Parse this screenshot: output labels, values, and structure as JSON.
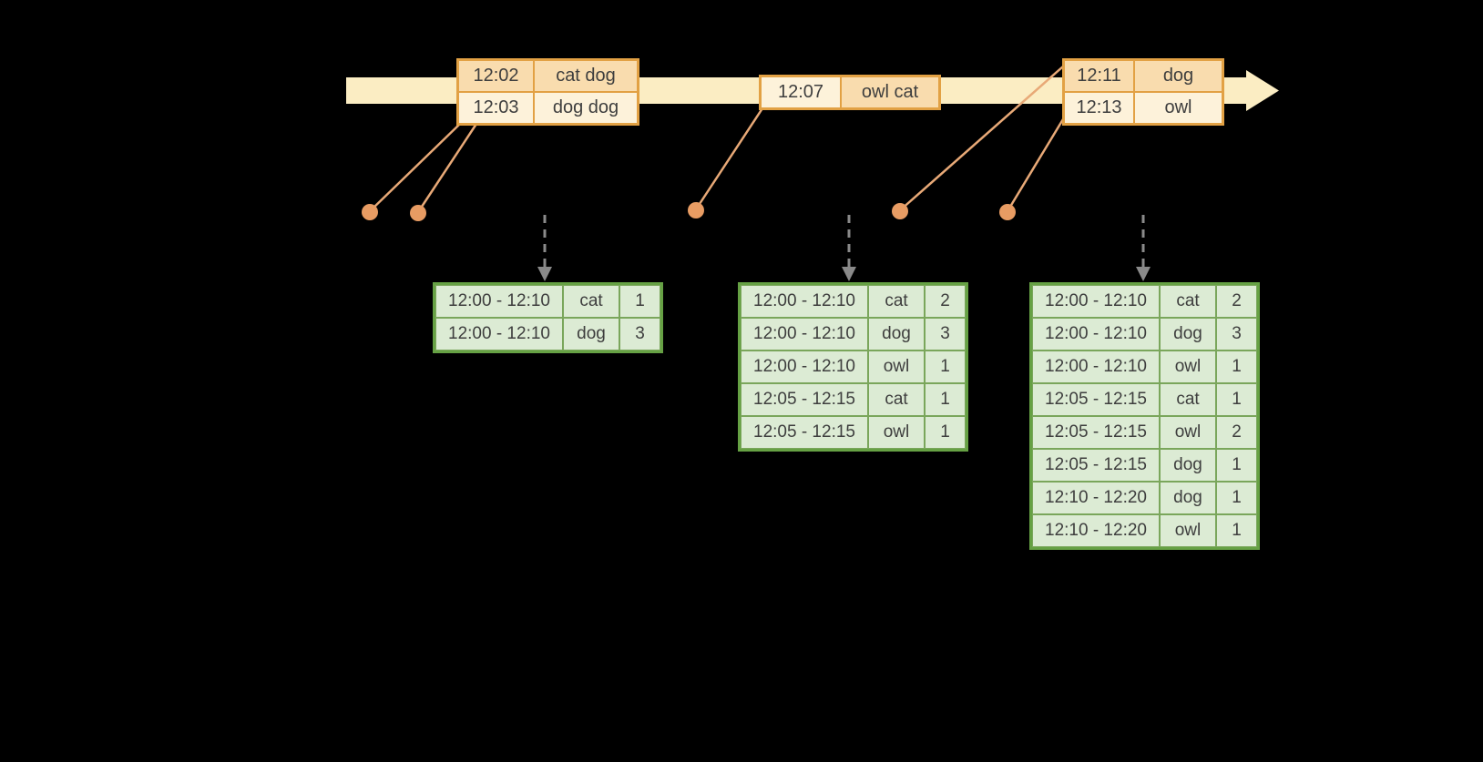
{
  "diagram": {
    "description": "streaming windowed word-count timeline with per-trigger result tables",
    "colors": {
      "background": "#000000",
      "timeline_fill": "#FBEDC3",
      "event_table_border": "#E2A144",
      "event_row_dark": "#F9DCAE",
      "event_row_light": "#FDF2DA",
      "leader_line": "#E8A977",
      "leader_dot": "#E89C63",
      "trigger_arrow": "#8A8A8A",
      "result_table_border": "#66A144",
      "result_cell_fill": "#DCEBD4",
      "text": "#3E3E3E"
    }
  },
  "event_tables": [
    {
      "rows": [
        {
          "time": "12:02",
          "words": "cat dog"
        },
        {
          "time": "12:03",
          "words": "dog dog"
        }
      ]
    },
    {
      "rows": [
        {
          "time": "12:07",
          "words": "owl cat"
        }
      ]
    },
    {
      "rows": [
        {
          "time": "12:11",
          "words": "dog"
        },
        {
          "time": "12:13",
          "words": "owl"
        }
      ]
    }
  ],
  "result_tables": [
    {
      "rows": [
        {
          "window": "12:00 - 12:10",
          "word": "cat",
          "count": "1"
        },
        {
          "window": "12:00 - 12:10",
          "word": "dog",
          "count": "3"
        }
      ]
    },
    {
      "rows": [
        {
          "window": "12:00 - 12:10",
          "word": "cat",
          "count": "2"
        },
        {
          "window": "12:00 - 12:10",
          "word": "dog",
          "count": "3"
        },
        {
          "window": "12:00 - 12:10",
          "word": "owl",
          "count": "1"
        },
        {
          "window": "12:05 - 12:15",
          "word": "cat",
          "count": "1"
        },
        {
          "window": "12:05 - 12:15",
          "word": "owl",
          "count": "1"
        }
      ]
    },
    {
      "rows": [
        {
          "window": "12:00 - 12:10",
          "word": "cat",
          "count": "2"
        },
        {
          "window": "12:00 - 12:10",
          "word": "dog",
          "count": "3"
        },
        {
          "window": "12:00 - 12:10",
          "word": "owl",
          "count": "1"
        },
        {
          "window": "12:05 - 12:15",
          "word": "cat",
          "count": "1"
        },
        {
          "window": "12:05 - 12:15",
          "word": "owl",
          "count": "2"
        },
        {
          "window": "12:05 - 12:15",
          "word": "dog",
          "count": "1"
        },
        {
          "window": "12:10 - 12:20",
          "word": "dog",
          "count": "1"
        },
        {
          "window": "12:10 - 12:20",
          "word": "owl",
          "count": "1"
        }
      ]
    }
  ]
}
